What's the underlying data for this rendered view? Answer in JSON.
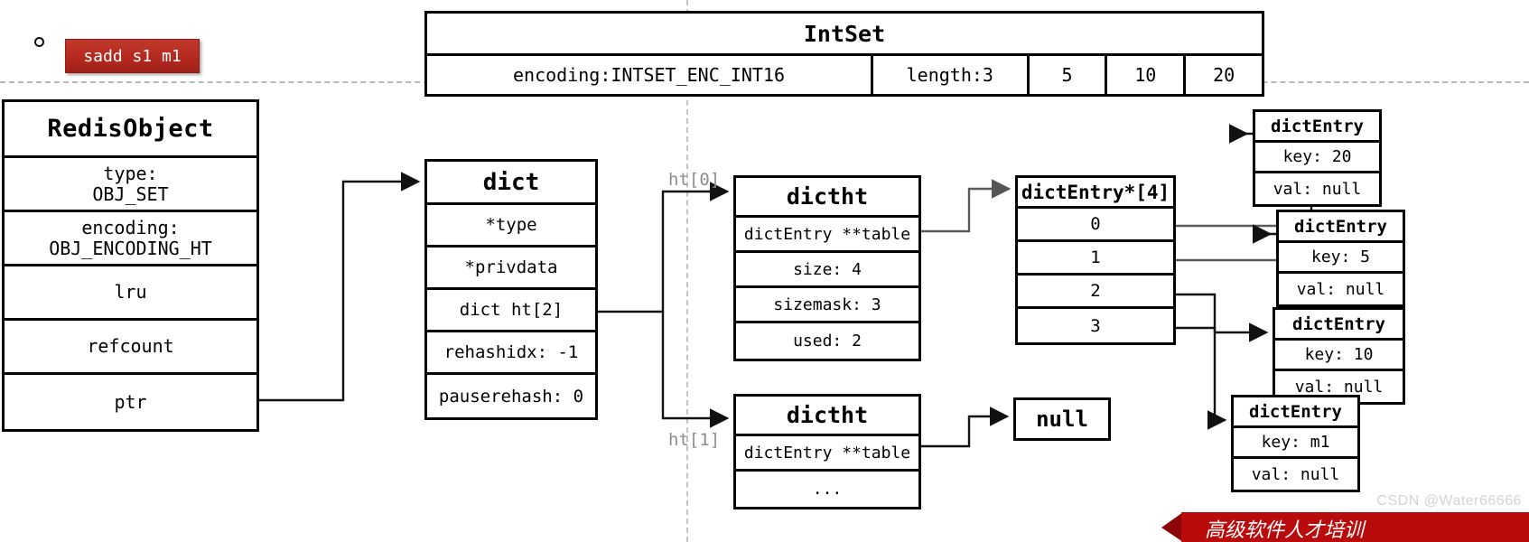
{
  "command_button": {
    "label": "sadd s1 m1"
  },
  "bullet": {
    "name": "bullet-marker"
  },
  "intset": {
    "title": "IntSet",
    "cells": [
      {
        "key": "encoding",
        "text": "encoding:INTSET_ENC_INT16"
      },
      {
        "key": "length",
        "text": "length:3"
      },
      {
        "key": "v0",
        "text": "5"
      },
      {
        "key": "v1",
        "text": "10"
      },
      {
        "key": "v2",
        "text": "20"
      }
    ]
  },
  "redisobject": {
    "title": "RedisObject",
    "rows": [
      {
        "label": "type:\nOBJ_SET"
      },
      {
        "label": "encoding:\nOBJ_ENCODING_HT"
      },
      {
        "label": "lru"
      },
      {
        "label": "refcount"
      },
      {
        "label": "ptr"
      }
    ]
  },
  "dict": {
    "title": "dict",
    "rows": [
      {
        "label": "*type"
      },
      {
        "label": "*privdata"
      },
      {
        "label": "dict ht[2]"
      },
      {
        "label": "rehashidx: -1"
      },
      {
        "label": "pauserehash: 0"
      }
    ]
  },
  "ht_labels": {
    "ht0": "ht[0]",
    "ht1": "ht[1]"
  },
  "dictht0": {
    "title": "dictht",
    "rows": [
      {
        "label": "dictEntry **table"
      },
      {
        "label": "size: 4"
      },
      {
        "label": "sizemask: 3"
      },
      {
        "label": "used: 2"
      }
    ]
  },
  "dictht1": {
    "title": "dictht",
    "rows": [
      {
        "label": "dictEntry **table"
      },
      {
        "label": "..."
      }
    ]
  },
  "nullbox": {
    "label": "null"
  },
  "bucket_array": {
    "title": "dictEntry*[4]",
    "indexes": [
      "0",
      "1",
      "2",
      "3"
    ]
  },
  "entries": [
    {
      "id": "e20",
      "title": "dictEntry",
      "key": "key: 20",
      "val": "val: null"
    },
    {
      "id": "e5",
      "title": "dictEntry",
      "key": "key: 5",
      "val": "val: null"
    },
    {
      "id": "e10",
      "title": "dictEntry",
      "key": "key: 10",
      "val": "val: null"
    },
    {
      "id": "em1",
      "title": "dictEntry",
      "key": "key: m1",
      "val": "val: null"
    }
  ],
  "watermark": {
    "text": "CSDN @Water66666"
  },
  "banner": {
    "text": "高级软件人才培训"
  },
  "colors": {
    "command_red": "#b5291f",
    "banner_red": "#b90b0b",
    "guide_gray": "#c4c4c4",
    "label_gray": "#8d8d8d",
    "stroke": "#000000"
  }
}
